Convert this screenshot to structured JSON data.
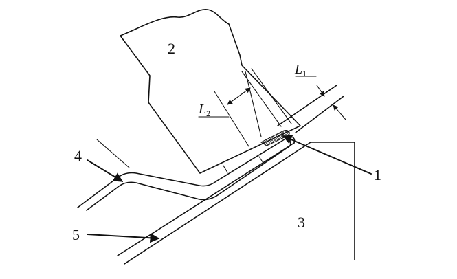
{
  "labels": {
    "n1": "1",
    "n2": "2",
    "n3": "3",
    "n4": "4",
    "n5": "5"
  },
  "dimensions": {
    "l1_letter": "L",
    "l1_sub": "1",
    "l2_letter": "L",
    "l2_sub": "2"
  },
  "colors": {
    "stroke": "#111111",
    "background": "#ffffff",
    "hatch": "#9a9a9a"
  }
}
